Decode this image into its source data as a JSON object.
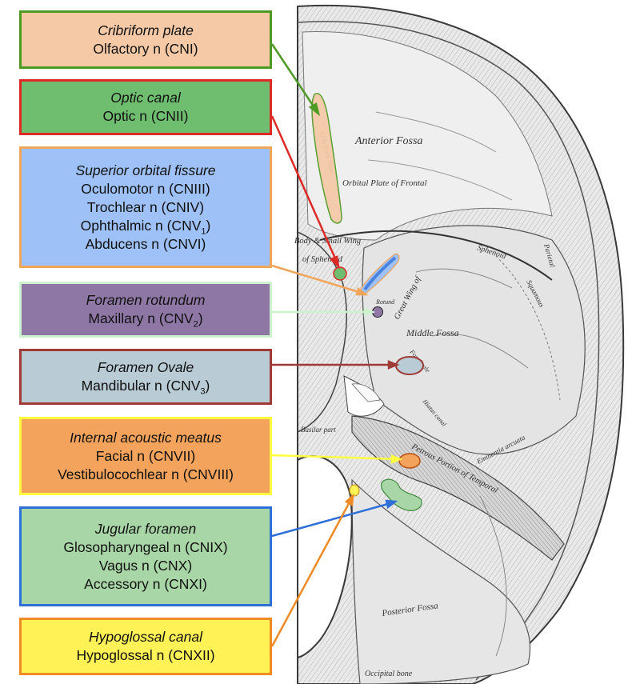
{
  "colors": {
    "cribriform": {
      "fill": "#f5c9a6",
      "border": "#4e9a24"
    },
    "optic": {
      "fill": "#6fbd6f",
      "border": "#dd2a26"
    },
    "superior_orbital": {
      "fill": "#9ec1f7",
      "border": "#f0a55a"
    },
    "rotundum": {
      "fill": "#8e77a5",
      "border": "#cdf1cd"
    },
    "ovale": {
      "fill": "#b9cbd4",
      "border": "#9f3a36"
    },
    "acoustic": {
      "fill": "#f3a35c",
      "border": "#ffff40"
    },
    "jugular": {
      "fill": "#a9d6a7",
      "border": "#2f6fd8"
    },
    "hypoglossal": {
      "fill": "#fff257",
      "border": "#ef8a24"
    }
  },
  "labels": [
    {
      "key": "cribriform",
      "title": "Cribriform plate",
      "nerves": [
        {
          "text": "Olfactory n (CNI)"
        }
      ]
    },
    {
      "key": "optic",
      "title": "Optic canal",
      "nerves": [
        {
          "text": "Optic n (CNII)"
        }
      ]
    },
    {
      "key": "superior_orbital",
      "title": "Superior orbital fissure",
      "nerves": [
        {
          "text": "Oculomotor n (CNIII)"
        },
        {
          "text": "Trochlear n (CNIV)"
        },
        {
          "text": "Ophthalmic n (CNV",
          "sub": "1",
          "after": ")"
        },
        {
          "text": "Abducens n (CNVI)"
        }
      ]
    },
    {
      "key": "rotundum",
      "title": "Foramen rotundum",
      "nerves": [
        {
          "text": "Maxillary n (CNV",
          "sub": "2",
          "after": ")"
        }
      ]
    },
    {
      "key": "ovale",
      "title": "Foramen Ovale",
      "nerves": [
        {
          "text": "Mandibular n (CNV",
          "sub": "3",
          "after": ")"
        }
      ]
    },
    {
      "key": "acoustic",
      "title": "Internal acoustic meatus",
      "nerves": [
        {
          "text": "Facial n (CNVII)"
        },
        {
          "text": "Vestibulocochlear n (CNVIII)"
        }
      ]
    },
    {
      "key": "jugular",
      "title": "Jugular foramen",
      "nerves": [
        {
          "text": "Glosopharyngeal n (CNIX)"
        },
        {
          "text": "Vagus n (CNX)"
        },
        {
          "text": "Accessory n (CNXI)"
        }
      ]
    },
    {
      "key": "hypoglossal",
      "title": "Hypoglossal canal",
      "nerves": [
        {
          "text": "Hypoglossal n (CNXII)"
        }
      ]
    }
  ],
  "engraving_labels": {
    "anterior_fossa": "Anterior Fossa",
    "orbital_plate": "Orbital Plate of Frontal",
    "cribriform_engr": "Cribriform Plate",
    "body_small_wing": "Body & Small Wing",
    "of_sphenoid": "of Sphenoid",
    "sphenoid": "Sphenoid",
    "great_wing": "Great Wing of",
    "middle_fossa": "Middle Fossa",
    "squamous": "Squamous",
    "parietal": "Parietal",
    "for_ovale": "For. Ovale",
    "rotund": "Rotund",
    "petrous": "Petrous Portion of Temporal",
    "eminentia": "Eminentia arcuata",
    "basilar": "Basilar part",
    "hiatus": "Hiatus canal",
    "posterior_fossa": "Posterior Fossa",
    "occipital_bone": "Occipital bone"
  }
}
